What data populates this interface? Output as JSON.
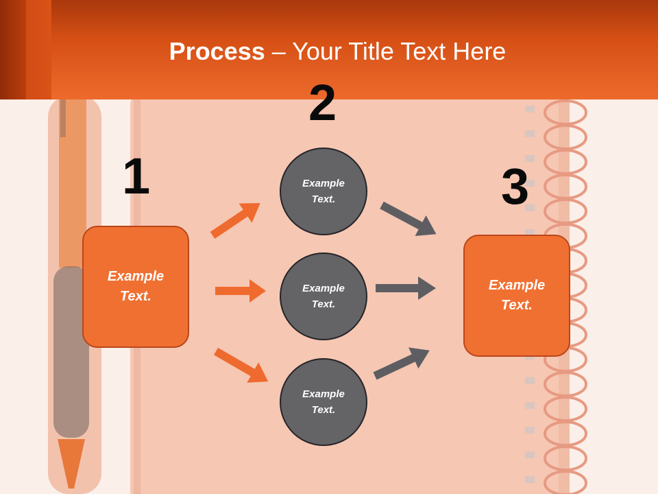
{
  "title": {
    "bold": "Process",
    "rest": " – Your Title Text Here"
  },
  "numbers": [
    "1",
    "2",
    "3"
  ],
  "boxes": {
    "left": {
      "line1": "Example",
      "line2": "Text."
    },
    "right": {
      "line1": "Example",
      "line2": "Text."
    }
  },
  "circles": [
    {
      "line1": "Example",
      "line2": "Text."
    },
    {
      "line1": "Example",
      "line2": "Text."
    },
    {
      "line1": "Example",
      "line2": "Text."
    }
  ],
  "colors": {
    "accent": "#f07032",
    "header": "#e8601f",
    "circle": "#646366",
    "arrow_gray": "#5e5e62"
  }
}
